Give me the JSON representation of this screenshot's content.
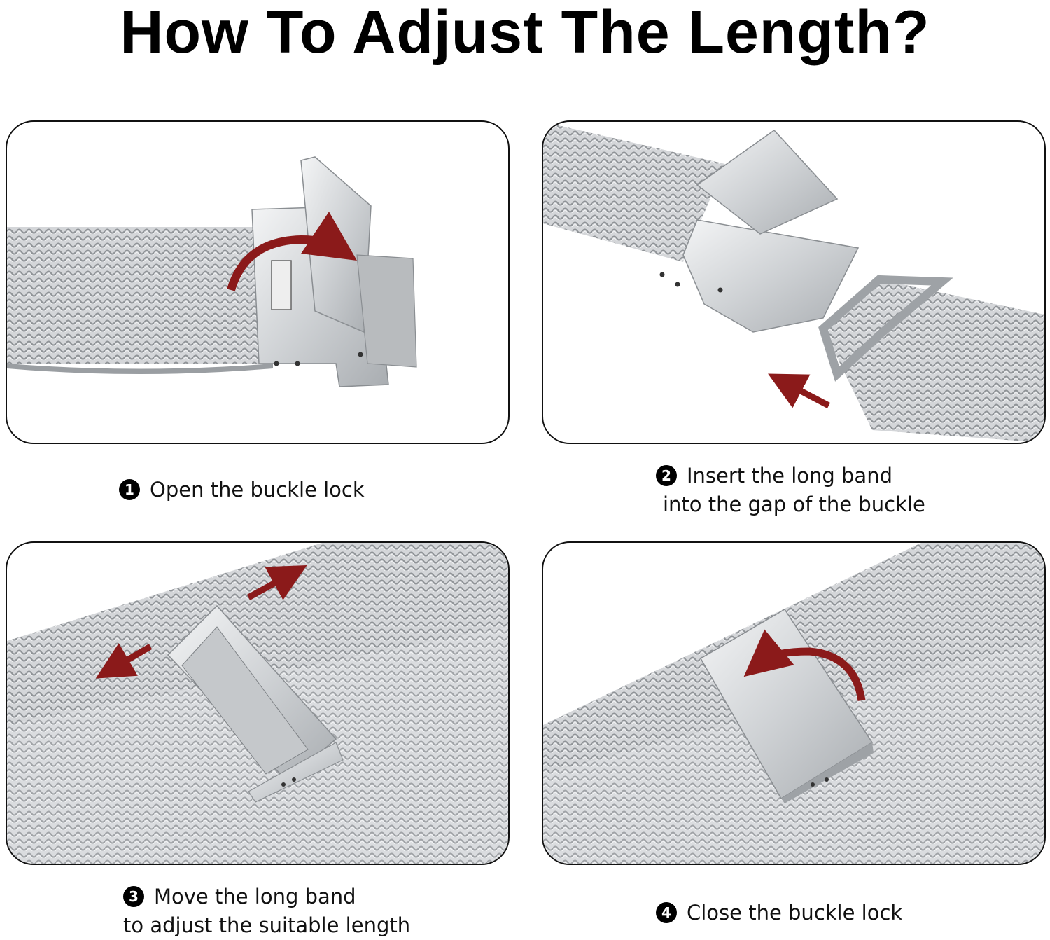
{
  "title": "How To Adjust The Length?",
  "steps": [
    {
      "number": "1",
      "lines": [
        "Open the buckle lock"
      ]
    },
    {
      "number": "2",
      "lines": [
        "Insert the long band",
        "into the gap of the buckle"
      ]
    },
    {
      "number": "3",
      "lines": [
        "Move the long band",
        "to adjust the suitable length"
      ]
    },
    {
      "number": "4",
      "lines": [
        "Close the buckle lock"
      ]
    }
  ],
  "colors": {
    "arrow": "#8b1a1a",
    "mesh": "#b9bcc0",
    "steel": "#d9dcdf",
    "border": "#111111"
  },
  "icons": [
    "curved-arrow-icon",
    "straight-arrow-icon"
  ]
}
